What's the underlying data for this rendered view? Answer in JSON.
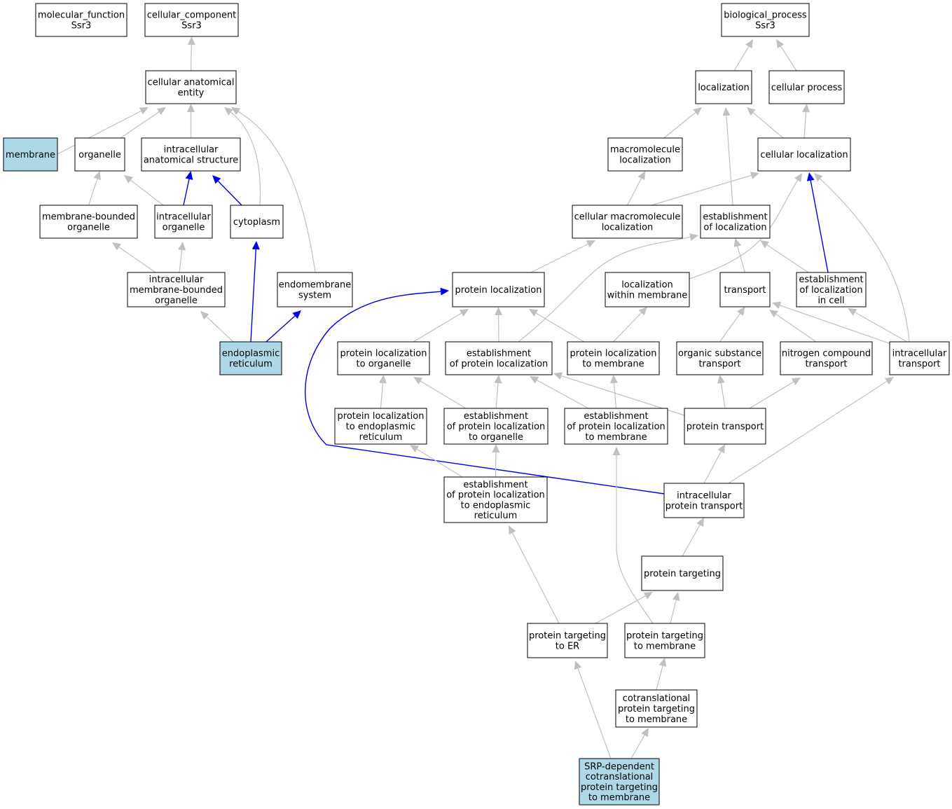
{
  "colors": {
    "highlight_fill": "#add8e6",
    "default_fill": "#ffffff",
    "border": "#000000",
    "edge_plain": "#c0c0c0",
    "edge_highlight": "#0000ee"
  },
  "nodes": [
    {
      "id": "mf",
      "lines": [
        "molecular_function",
        "Ssr3"
      ],
      "highlight": false
    },
    {
      "id": "cc",
      "lines": [
        "cellular_component",
        "Ssr3"
      ],
      "highlight": false
    },
    {
      "id": "bp",
      "lines": [
        "biological_process",
        "Ssr3"
      ],
      "highlight": false
    },
    {
      "id": "cae",
      "lines": [
        "cellular anatomical",
        "entity"
      ],
      "highlight": false
    },
    {
      "id": "membrane",
      "lines": [
        "membrane"
      ],
      "highlight": true
    },
    {
      "id": "organelle",
      "lines": [
        "organelle"
      ],
      "highlight": false
    },
    {
      "id": "ias",
      "lines": [
        "intracellular",
        "anatomical structure"
      ],
      "highlight": false
    },
    {
      "id": "mbo",
      "lines": [
        "membrane-bounded",
        "organelle"
      ],
      "highlight": false
    },
    {
      "id": "io",
      "lines": [
        "intracellular",
        "organelle"
      ],
      "highlight": false
    },
    {
      "id": "cytoplasm",
      "lines": [
        "cytoplasm"
      ],
      "highlight": false
    },
    {
      "id": "imbo",
      "lines": [
        "intracellular",
        "membrane-bounded",
        "organelle"
      ],
      "highlight": false
    },
    {
      "id": "endomem",
      "lines": [
        "endomembrane",
        "system"
      ],
      "highlight": false
    },
    {
      "id": "er",
      "lines": [
        "endoplasmic",
        "reticulum"
      ],
      "highlight": true
    },
    {
      "id": "loc",
      "lines": [
        "localization"
      ],
      "highlight": false
    },
    {
      "id": "cellproc",
      "lines": [
        "cellular process"
      ],
      "highlight": false
    },
    {
      "id": "macroloc",
      "lines": [
        "macromolecule",
        "localization"
      ],
      "highlight": false
    },
    {
      "id": "cellloc",
      "lines": [
        "cellular localization"
      ],
      "highlight": false
    },
    {
      "id": "cmacroloc",
      "lines": [
        "cellular macromolecule",
        "localization"
      ],
      "highlight": false
    },
    {
      "id": "estloc",
      "lines": [
        "establishment",
        "of localization"
      ],
      "highlight": false
    },
    {
      "id": "protloc",
      "lines": [
        "protein localization"
      ],
      "highlight": false
    },
    {
      "id": "locwm",
      "lines": [
        "localization",
        "within membrane"
      ],
      "highlight": false
    },
    {
      "id": "transport",
      "lines": [
        "transport"
      ],
      "highlight": false
    },
    {
      "id": "estlocic",
      "lines": [
        "establishment",
        "of localization",
        "in cell"
      ],
      "highlight": false
    },
    {
      "id": "plto",
      "lines": [
        "protein localization",
        "to organelle"
      ],
      "highlight": false
    },
    {
      "id": "epl",
      "lines": [
        "establishment",
        "of protein localization"
      ],
      "highlight": false
    },
    {
      "id": "pltm",
      "lines": [
        "protein localization",
        "to membrane"
      ],
      "highlight": false
    },
    {
      "id": "ost",
      "lines": [
        "organic substance",
        "transport"
      ],
      "highlight": false
    },
    {
      "id": "nct",
      "lines": [
        "nitrogen compound",
        "transport"
      ],
      "highlight": false
    },
    {
      "id": "ict",
      "lines": [
        "intracellular",
        "transport"
      ],
      "highlight": false
    },
    {
      "id": "pltoer",
      "lines": [
        "protein localization",
        "to endoplasmic",
        "reticulum"
      ],
      "highlight": false
    },
    {
      "id": "eplto",
      "lines": [
        "establishment",
        "of protein localization",
        "to organelle"
      ],
      "highlight": false
    },
    {
      "id": "epltm",
      "lines": [
        "establishment",
        "of protein localization",
        "to membrane"
      ],
      "highlight": false
    },
    {
      "id": "pt",
      "lines": [
        "protein transport"
      ],
      "highlight": false
    },
    {
      "id": "epltoer",
      "lines": [
        "establishment",
        "of protein localization",
        "to endoplasmic",
        "reticulum"
      ],
      "highlight": false
    },
    {
      "id": "ipt",
      "lines": [
        "intracellular",
        "protein transport"
      ],
      "highlight": false
    },
    {
      "id": "ptarg",
      "lines": [
        "protein targeting"
      ],
      "highlight": false
    },
    {
      "id": "ptoer",
      "lines": [
        "protein targeting",
        "to ER"
      ],
      "highlight": false
    },
    {
      "id": "ptom",
      "lines": [
        "protein targeting",
        "to membrane"
      ],
      "highlight": false
    },
    {
      "id": "ctptm",
      "lines": [
        "cotranslational",
        "protein targeting",
        "to membrane"
      ],
      "highlight": false
    },
    {
      "id": "srp",
      "lines": [
        "SRP-dependent",
        "cotranslational",
        "protein targeting",
        "to membrane"
      ],
      "highlight": true
    }
  ]
}
